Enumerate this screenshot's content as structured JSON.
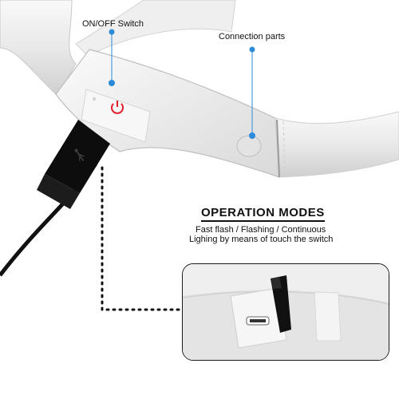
{
  "labels": {
    "switch": "ON/OFF Switch",
    "connection": "Connection parts"
  },
  "operation": {
    "title": "OPERATION MODES",
    "line1": "Fast flash / Flashing / Continuous",
    "line2": "Lighing by means of touch the switch"
  },
  "colors": {
    "accent_dot": "#2b8bd8",
    "power_icon": "#e0202a",
    "cable": "#111111"
  },
  "icons": [
    "power-icon",
    "usb-symbol-icon"
  ]
}
